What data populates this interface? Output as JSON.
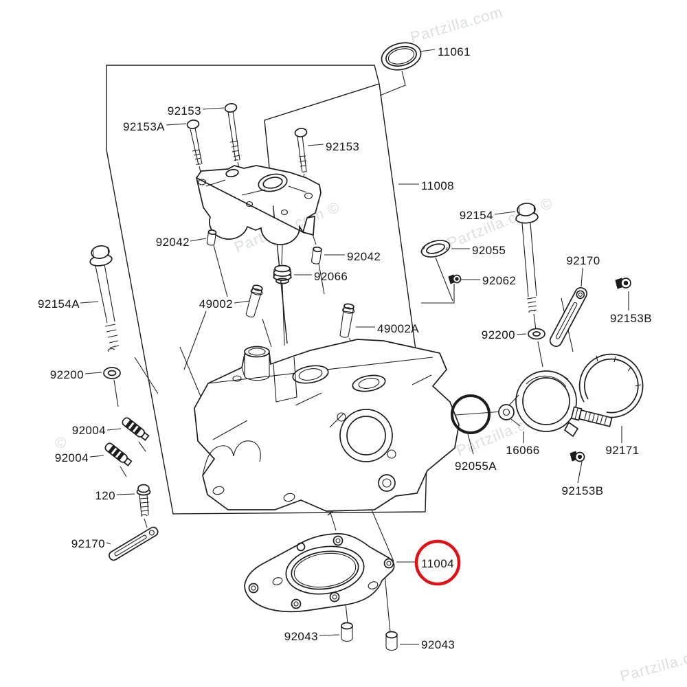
{
  "diagram": {
    "title": "Cylinder head exploded parts diagram",
    "background_color": "#ffffff",
    "line_color": "#1c1c1c",
    "highlight_color": "#e01016",
    "watermark_color": "#c3cdc9",
    "selected_part_number": "11004"
  },
  "labels": [
    {
      "id": "11061",
      "text": "11061"
    },
    {
      "id": "92153-top",
      "text": "92153"
    },
    {
      "id": "92153A",
      "text": "92153A"
    },
    {
      "id": "92153-right",
      "text": "92153"
    },
    {
      "id": "11008",
      "text": "11008"
    },
    {
      "id": "92042-left",
      "text": "92042"
    },
    {
      "id": "92042-right",
      "text": "92042"
    },
    {
      "id": "92066",
      "text": "92066"
    },
    {
      "id": "92154",
      "text": "92154"
    },
    {
      "id": "92055",
      "text": "92055"
    },
    {
      "id": "92062",
      "text": "92062"
    },
    {
      "id": "92170-right",
      "text": "92170"
    },
    {
      "id": "92153B-right",
      "text": "92153B"
    },
    {
      "id": "92154A",
      "text": "92154A"
    },
    {
      "id": "49002",
      "text": "49002"
    },
    {
      "id": "49002A",
      "text": "49002A"
    },
    {
      "id": "92200-right",
      "text": "92200"
    },
    {
      "id": "92200-left",
      "text": "92200"
    },
    {
      "id": "92004-upper",
      "text": "92004"
    },
    {
      "id": "92004-lower",
      "text": "92004"
    },
    {
      "id": "120",
      "text": "120"
    },
    {
      "id": "92170-left",
      "text": "92170"
    },
    {
      "id": "92055A",
      "text": "92055A"
    },
    {
      "id": "16066",
      "text": "16066"
    },
    {
      "id": "92171",
      "text": "92171"
    },
    {
      "id": "92153B-bottom",
      "text": "92153B"
    },
    {
      "id": "11004",
      "text": "11004"
    },
    {
      "id": "92043-left",
      "text": "92043"
    },
    {
      "id": "92043-right",
      "text": "92043"
    }
  ],
  "watermarks": [
    {
      "text": "Partzilla.com ©"
    },
    {
      "text": "Partzilla.com ©"
    },
    {
      "text": "Partzilla.com ©"
    },
    {
      "text": "Partzilla.com ©"
    },
    {
      "text": "Partzilla.com"
    },
    {
      "text": "Partzilla.co"
    },
    {
      "text": "©"
    }
  ]
}
